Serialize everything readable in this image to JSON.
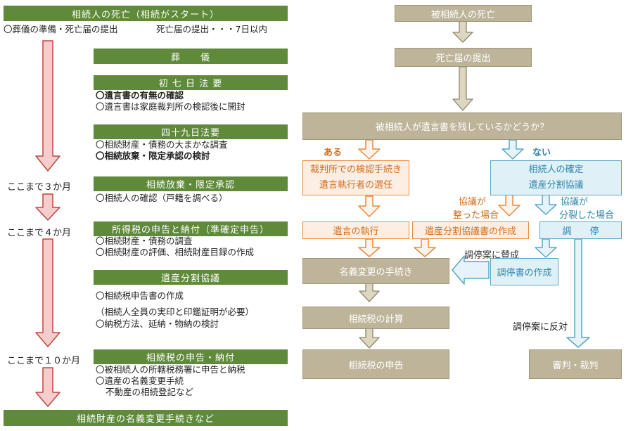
{
  "left": {
    "top_bar": "相続人の死亡（相続がスタート）",
    "top_note_1": "〇葬儀の準備・死亡届の提出",
    "top_note_2": "死亡届の提出・・・7日以内",
    "steps": [
      {
        "title": "葬　　儀",
        "lines": []
      },
      {
        "title": "初 七 日 法 要",
        "lines": [
          {
            "text": "〇遺言書の有無の確認",
            "bold": true
          },
          {
            "text": "〇遺言書は家庭裁判所の検認後に開封",
            "bold": false
          }
        ]
      },
      {
        "title": "四十九日法要",
        "lines": [
          {
            "text": "〇相続財産・債務の大まかな調査",
            "bold": false
          },
          {
            "text": "〇相続放棄・限定承認の検討",
            "bold": true
          }
        ]
      },
      {
        "title": "相続放棄・限定承認",
        "lines": [
          {
            "text": "〇相続人の確認（戸籍を調べる）",
            "bold": false
          }
        ]
      },
      {
        "title": "所得税の申告と納付（準確定申告）",
        "lines": [
          {
            "text": "〇相続財産・債務の調査",
            "bold": false
          },
          {
            "text": "〇相続財産の評価、相続財産目録の作成",
            "bold": false
          }
        ]
      },
      {
        "title": "遺産分割協議",
        "lines": [
          {
            "text": "〇相続税申告書の作成",
            "bold": false
          },
          {
            "text": "（相続人全員の実印と印鑑証明が必要）",
            "bold": false
          },
          {
            "text": "〇納税方法、延納・物納の検討",
            "bold": false
          }
        ]
      },
      {
        "title": "相続税の申告・納付",
        "lines": [
          {
            "text": "〇被相続人の所轄税務署に申告と納税",
            "bold": false
          },
          {
            "text": "〇遺産の名義変更手続",
            "bold": false
          },
          {
            "text": "不動産の相続登記など",
            "bold": false
          }
        ]
      }
    ],
    "milestones": [
      "ここまで３か月",
      "ここまで４か月",
      "ここまで１０か月"
    ],
    "bottom_bar": "相続財産の名義変更手続きなど"
  },
  "right": {
    "death": "被相続人の死亡",
    "report": "死亡届の提出",
    "question": "被相続人が遺言書を残しているかどうか？",
    "yes_label": "ある",
    "no_label": "ない",
    "yes_box_line1": "裁判所での検認手続き",
    "yes_box_line2": "遺言執行者の選任",
    "no_box_line1": "相続人の確定",
    "no_box_line2": "遺産分割協議",
    "agreed_line1": "協議が",
    "agreed_line2": "整った場合",
    "split_line1": "協議が",
    "split_line2": "分裂した場合",
    "execution": "遺言の執行",
    "agreement_doc": "遺産分割協議書の作成",
    "mediation": "調　　停",
    "mediation_agree": "調停案に賛成",
    "mediation_doc": "調停書の作成",
    "name_change": "名義変更の手続き",
    "tax_calc": "相続税の計算",
    "tax_return": "相続税の申告",
    "mediation_oppose": "調停案に反対",
    "judgment": "審判・裁判"
  },
  "colors": {
    "green": "#5f8a3a",
    "red_arrow": "#f2c1c1",
    "red_border": "#c0463f",
    "tan": "#bdb49a",
    "orange": "#e88a3c",
    "blue": "#5aa6c8"
  }
}
